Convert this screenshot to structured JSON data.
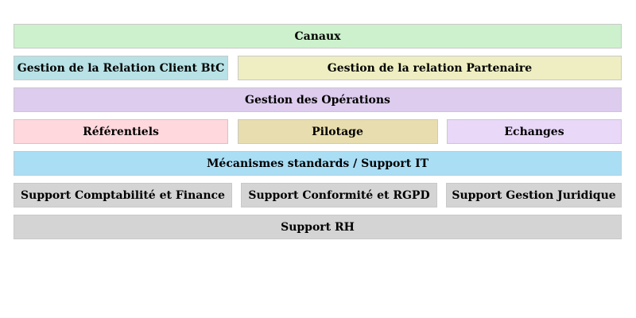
{
  "diagram": {
    "type": "capability-block-diagram",
    "border_color": "#c9c9c9",
    "text_color": "#000000",
    "background_color": "#ffffff",
    "rows": [
      {
        "blocks": [
          {
            "label": "Canaux",
            "bg": "#ccf1cc"
          }
        ]
      },
      {
        "blocks": [
          {
            "label": "Gestion de la Relation Client BtC",
            "bg": "#b8e2e6"
          },
          {
            "label": "Gestion de la relation Partenaire",
            "bg": "#eeeec2"
          }
        ]
      },
      {
        "blocks": [
          {
            "label": "Gestion des Opérations",
            "bg": "#ddccee"
          }
        ]
      },
      {
        "blocks": [
          {
            "label": "Référentiels",
            "bg": "#ffd8dd"
          },
          {
            "label": "Pilotage",
            "bg": "#e8ddae"
          },
          {
            "label": "Echanges",
            "bg": "#e9d8f8"
          }
        ]
      },
      {
        "blocks": [
          {
            "label": "Mécanismes standards / Support IT",
            "bg": "#a9def5"
          }
        ]
      },
      {
        "blocks": [
          {
            "label": "Support Comptabilité et Finance",
            "bg": "#d4d4d4"
          },
          {
            "label": "Support Conformité et RGPD",
            "bg": "#d4d4d4"
          },
          {
            "label": "Support Gestion Juridique",
            "bg": "#d4d4d4"
          }
        ]
      },
      {
        "blocks": [
          {
            "label": "Support RH",
            "bg": "#d4d4d4"
          }
        ]
      }
    ]
  }
}
